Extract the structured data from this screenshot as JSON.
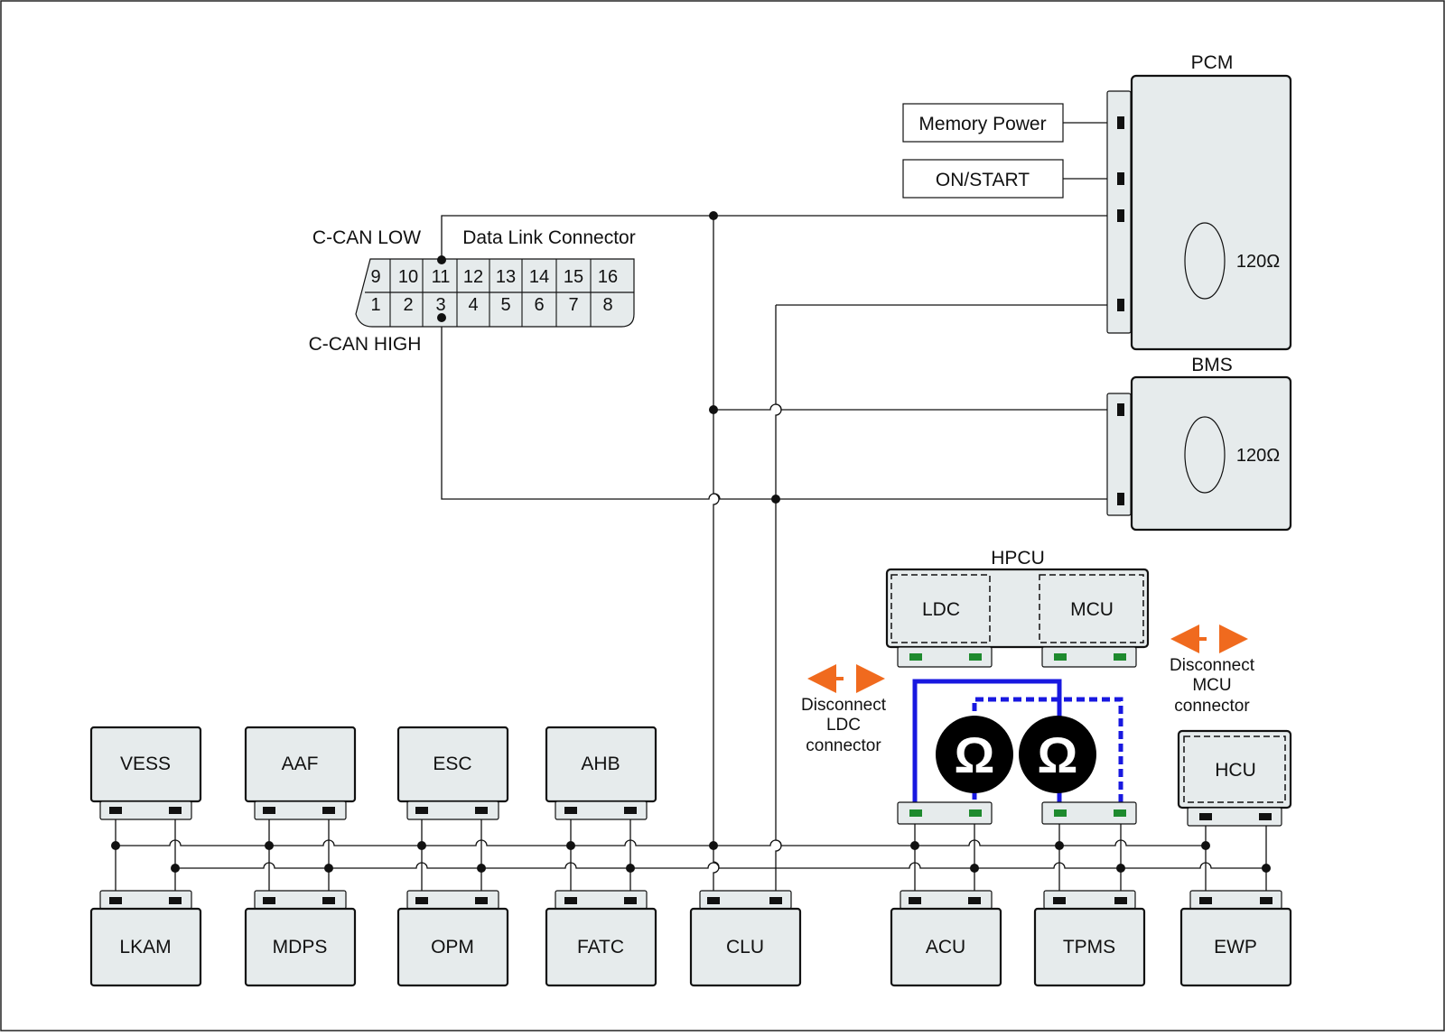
{
  "dlc": {
    "title": "Data Link Connector",
    "low_label": "C-CAN LOW",
    "high_label": "C-CAN HIGH",
    "top_pins": [
      "9",
      "10",
      "11",
      "12",
      "13",
      "14",
      "15",
      "16"
    ],
    "bottom_pins": [
      "1",
      "2",
      "3",
      "4",
      "5",
      "6",
      "7",
      "8"
    ]
  },
  "pcm": {
    "title": "PCM",
    "resistor": "120Ω",
    "inputs": [
      "Memory Power",
      "ON/START"
    ]
  },
  "bms": {
    "title": "BMS",
    "resistor": "120Ω"
  },
  "hpcu": {
    "title": "HPCU",
    "left": "LDC",
    "right": "MCU"
  },
  "hcu": {
    "label": "HCU"
  },
  "instructions": {
    "ldc": [
      "Disconnect",
      "LDC",
      "connector"
    ],
    "mcu": [
      "Disconnect",
      "MCU",
      "connector"
    ]
  },
  "meter_symbol": "Ω",
  "top_modules": [
    "VESS",
    "AAF",
    "ESC",
    "AHB"
  ],
  "bottom_modules": [
    "LKAM",
    "MDPS",
    "OPM",
    "FATC",
    "CLU",
    "ACU",
    "TPMS",
    "EWP"
  ],
  "colors": {
    "module_fill": "#e6ebec",
    "meter_wire": "#1818e0",
    "instruction_arrow": "#f06a1e",
    "test_pin": "#1e8a2e"
  }
}
